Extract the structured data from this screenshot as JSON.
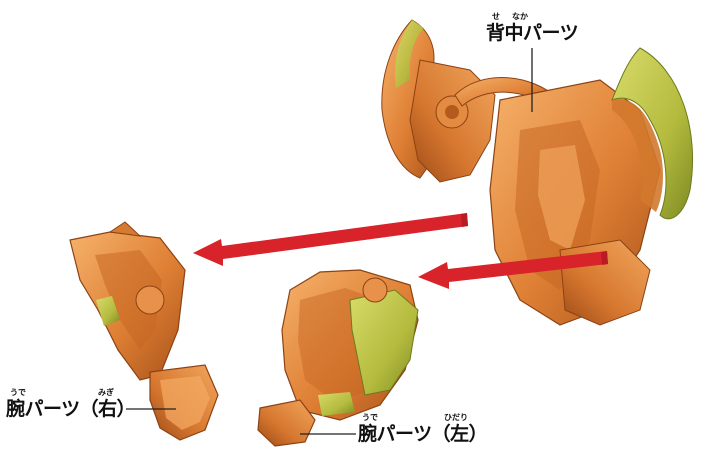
{
  "colors": {
    "orange_light": "#f4a35a",
    "orange_mid": "#de7f34",
    "orange_dark": "#b45a1e",
    "green_light": "#c9d05a",
    "green_dark": "#8c9a2a",
    "arrow_red": "#d8232a",
    "leader_line": "#222222",
    "background": "#ffffff"
  },
  "labels": {
    "back": {
      "text": "背中パーツ",
      "ruby_se": "せ",
      "ruby_naka": "なか"
    },
    "arm_right": {
      "text": "腕パーツ（右）",
      "ruby_ude": "うで",
      "ruby_migi": "みぎ"
    },
    "arm_left": {
      "text": "腕パーツ（左）",
      "ruby_ude": "うで",
      "ruby_hidari": "ひだり"
    }
  },
  "icons": {
    "arrow_upper": "red-arrow-left",
    "arrow_lower": "red-arrow-left"
  }
}
